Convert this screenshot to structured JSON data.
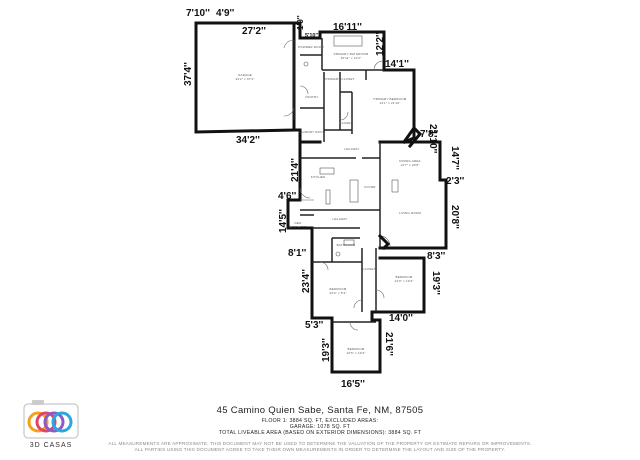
{
  "dimensions": {
    "garage_left_top": "7'10''",
    "garage_left_small": "4'9''",
    "garage_top": "27'2''",
    "garage_side": "37'4''",
    "garage_bottom": "34'2''",
    "small_1_9": "1'9''",
    "small_5_10": "5'10''",
    "top_16_11": "16'11''",
    "r_12_2": "12'2''",
    "r_14_1": "14'1''",
    "r_21_10": "21'10''",
    "r_7_8": "7'8''",
    "r_14_7": "14'7''",
    "r_2_3": "2'3''",
    "r_20_8": "20'8''",
    "l_21_4": "21'4''",
    "l_4_6": "4'6''",
    "l_14_5": "14'5''",
    "l_8_1": "8'1''",
    "b_8_3": "8'3''",
    "b_19_3a": "19'3''",
    "b_23_4": "23'4''",
    "b_14_0": "14'0''",
    "b_5_3": "5'3''",
    "b_19_3b": "19'3''",
    "b_21_6": "21'6''",
    "b_16_5": "16'5''"
  },
  "rooms": {
    "garage": [
      "GARAGE",
      "34'2\" x 37'4\""
    ],
    "primary_bathroom": [
      "PRIMARY BATHROOM",
      "16'11\" x 12'2\""
    ],
    "powder_room": [
      "POWDER ROOM",
      ""
    ],
    "primary_closet": [
      "PRIMARY CLOSET",
      ""
    ],
    "pantry": [
      "PANTRY",
      ""
    ],
    "primary_bedroom": [
      "PRIMARY BEDROOM",
      "14'1\" x 21'10\""
    ],
    "laundry_room": [
      "LAUNDRY ROOM",
      ""
    ],
    "hallway": [
      "HALLWAY",
      ""
    ],
    "dining_area": [
      "DINING AREA",
      "14'7\" x 20'8\""
    ],
    "kitchen": [
      "KITCHEN",
      ""
    ],
    "foyer": [
      "FOYER",
      ""
    ],
    "living_room": [
      "LIVING ROOM",
      ""
    ],
    "den": [
      "DEN",
      "14'5\" x 8'1\""
    ],
    "bathroom": [
      "BATHROOM",
      ""
    ],
    "bedroom_1": [
      "BEDROOM",
      "14'0\" x 19'3\""
    ],
    "bedroom_2": [
      "BEDROOM",
      "23'4\" x 5'3\""
    ],
    "bedroom_3": [
      "BEDROOM",
      "16'5\" x 19'3\""
    ],
    "closet": [
      "CLOSET",
      ""
    ]
  },
  "footer": {
    "address": "45 Camino Quien Sabe, Santa Fe, NM, 87505",
    "floor1": "FLOOR 1: 3884 sq. ft, EXCLUDED AREAS:",
    "garage": "GARAGE: 1078 sq. ft",
    "liveable": "TOTAL LIVEABLE AREA (BASED ON EXTERIOR DIMENSIONS): 3884 sq. ft",
    "disclaimer1": "ALL MEASUREMENTS ARE APPROXIMATE. THIS DOCUMENT MAY NOT BE USED TO DETERMINE THE VALUATION OF THE PROPERTY OR ESTIMATE REPAIRS OR IMPROVEMENTS.",
    "disclaimer2": "ALL PARTIES USING THIS DOCUMENT AGREE TO TAKE THEIR OWN MEASUREMENTS IN ORDER TO DETERMINE THE LAYOUT AND SIZE OF THE PROPERTY."
  },
  "logo": {
    "text": "3D CASAS",
    "colors": [
      "#f2a21b",
      "#e2436b",
      "#8a5bc4",
      "#2aa6e0",
      "#3cc0a4"
    ]
  }
}
